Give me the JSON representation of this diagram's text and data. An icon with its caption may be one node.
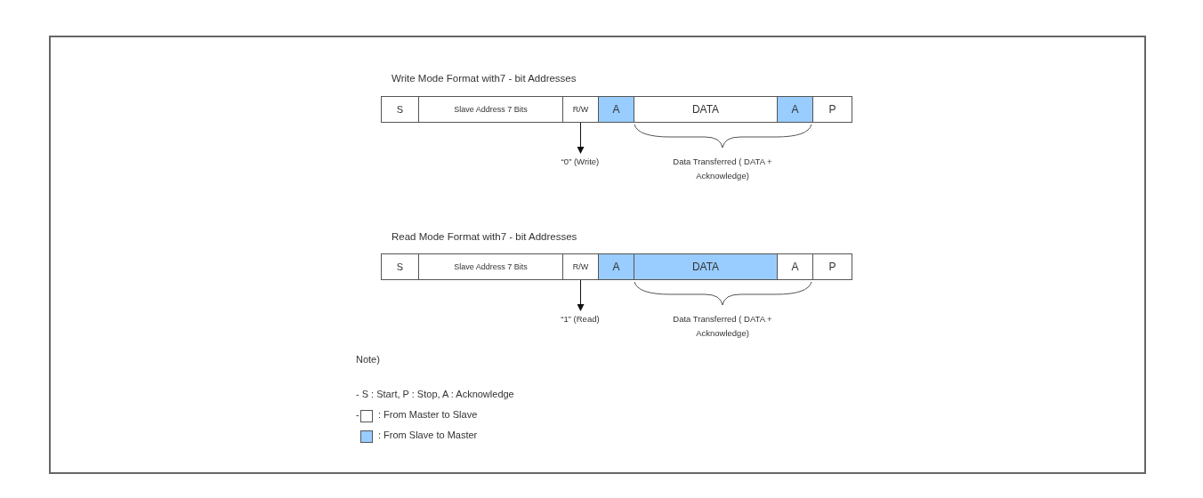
{
  "diagram": {
    "nodes": [
      {
        "text": [
          "S"
        ]
      },
      {
        "text": [
          "Slave Address 7 Bits"
        ]
      },
      {
        "text": [
          "R/W"
        ]
      },
      {
        "text": [
          "A"
        ]
      },
      {
        "text": [
          "DATA"
        ]
      },
      {
        "text": [
          "A"
        ]
      },
      {
        "text": [
          "P"
        ]
      },
      {
        "text": [
          "“0” (Write)"
        ]
      },
      {
        "text": [
          "S"
        ]
      },
      {
        "text": [
          "Slave Address 7 Bits"
        ]
      },
      {
        "text": [
          "R/W"
        ]
      },
      {
        "text": [
          "A"
        ]
      },
      {
        "text": [
          "DATA"
        ]
      },
      {
        "text": [
          "A"
        ]
      },
      {
        "text": [
          "P"
        ]
      },
      {
        "text": [
          "“1” (Read)"
        ]
      }
    ],
    "edges": [
      {
        "from": 2,
        "to": 7,
        "arrow": "to"
      },
      {
        "from": 10,
        "to": 15,
        "arrow": "to"
      }
    ],
    "labels": [
      "Write Mode Format with7 - bit Addresses",
      "Data Transferred ( DATA + Acknowledge)",
      "Read Mode Format with7 - bit Addresses",
      "Data Transferred ( DATA + Acknowledge)",
      "Note)",
      "- S : Start, P : Stop, A : Acknowledge",
      "-"
    ],
    "legend": [
      {
        "text": ": From Master to Slave",
        "color": "#ffffff"
      },
      {
        "text": ": From Slave to Master",
        "color": "#99ccff"
      }
    ]
  }
}
